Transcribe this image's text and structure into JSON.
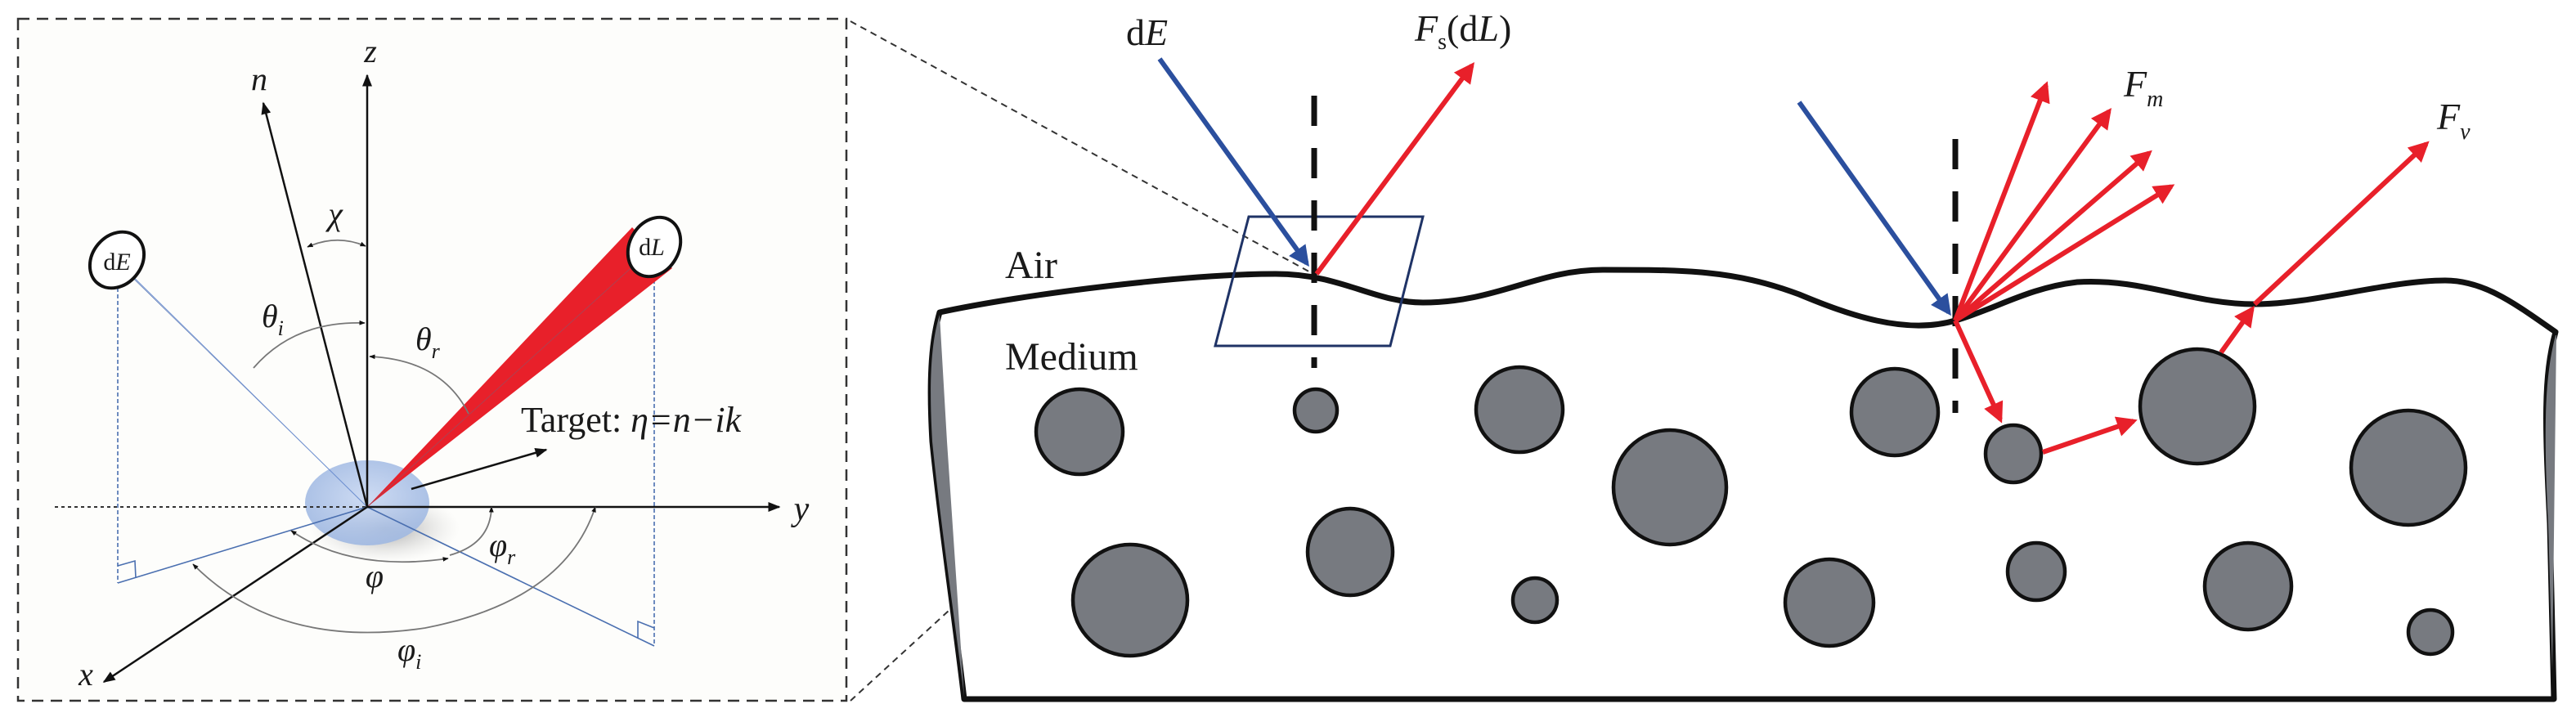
{
  "left_panel": {
    "axes": {
      "x": "x",
      "y": "y",
      "z": "z",
      "normal": "n"
    },
    "angles": {
      "chi": "χ",
      "theta_i": {
        "base": "θ",
        "sub": "i"
      },
      "theta_r": {
        "base": "θ",
        "sub": "r"
      },
      "phi": "φ",
      "phi_r": {
        "base": "φ",
        "sub": "r"
      },
      "phi_i": {
        "base": "φ",
        "sub": "i"
      }
    },
    "incident_beam": {
      "prefix": "d",
      "var": "E"
    },
    "reflected_beam": {
      "prefix": "d",
      "var": "L"
    },
    "target": {
      "label": "Target: ",
      "formula": "η=n−ik"
    }
  },
  "right_panel": {
    "air_label": "Air",
    "medium_label": "Medium",
    "incident": {
      "prefix": "d",
      "var": "E"
    },
    "specular": {
      "F": "F",
      "sub": "s",
      "open": "(d",
      "var": "L",
      "close": ")"
    },
    "multiple": {
      "F": "F",
      "sub": "m"
    },
    "volume": {
      "F": "F",
      "sub": "v"
    }
  },
  "colors": {
    "incident_blue": "#2b4f9e",
    "reflect_red": "#e8202a",
    "particle_gray": "#777a80",
    "outline": "#111111",
    "projection_blue": "#4a6fb0"
  }
}
